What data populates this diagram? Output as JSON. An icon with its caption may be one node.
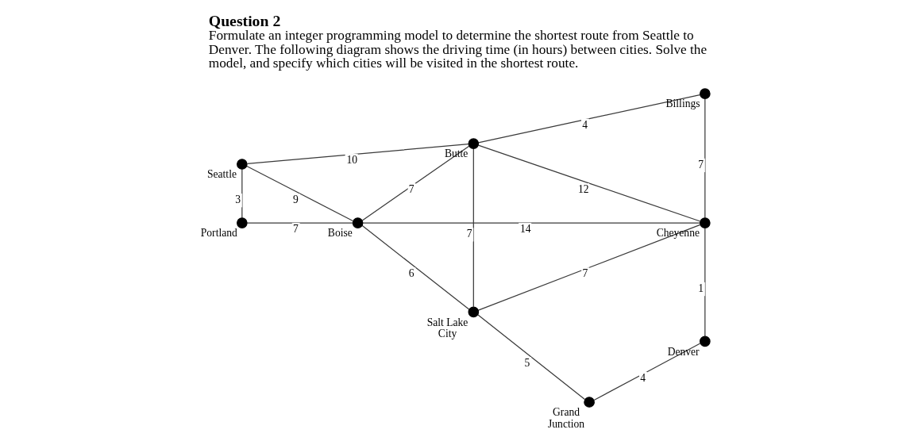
{
  "diagram": {
    "title": "Question 2",
    "caption": "Formulate an integer programming model to determine the shortest route from Seattle to Denver. The following diagram shows the driving time (in hours) between cities. Solve the model, and specify which cities will be visited in the shortest route.",
    "nodes": [
      {
        "text": [],
        "shape": "circle",
        "beside": [
          "Seattle"
        ]
      },
      {
        "text": [],
        "shape": "circle",
        "beside": [
          "Butte"
        ]
      },
      {
        "text": [],
        "shape": "circle",
        "beside": [
          "Billings"
        ]
      },
      {
        "text": [],
        "shape": "circle",
        "beside": [
          "Portland"
        ]
      },
      {
        "text": [],
        "shape": "circle",
        "beside": [
          "Boise"
        ]
      },
      {
        "text": [],
        "shape": "circle",
        "beside": [
          "Cheyenne"
        ]
      },
      {
        "text": [],
        "shape": "circle",
        "beside": [
          "Salt Lake City"
        ]
      },
      {
        "text": [],
        "shape": "circle",
        "beside": [
          "Grand Junction"
        ]
      },
      {
        "text": [],
        "shape": "circle",
        "beside": [
          "Denver"
        ]
      }
    ],
    "edges": [
      {
        "from": 0,
        "to": 3,
        "arrow": "none",
        "label": "3"
      },
      {
        "from": 0,
        "to": 1,
        "arrow": "none",
        "label": "10"
      },
      {
        "from": 0,
        "to": 4,
        "arrow": "none",
        "label": "9"
      },
      {
        "from": 1,
        "to": 6,
        "arrow": "none",
        "label": "7"
      },
      {
        "from": 1,
        "to": 5,
        "arrow": "none",
        "label": "12"
      },
      {
        "from": 1,
        "to": 2,
        "arrow": "none",
        "label": "4"
      },
      {
        "from": 2,
        "to": 5,
        "arrow": "none",
        "label": "7"
      },
      {
        "from": 3,
        "to": 4,
        "arrow": "none",
        "label": "7"
      },
      {
        "from": 4,
        "to": 1,
        "arrow": "none",
        "label": "7"
      },
      {
        "from": 4,
        "to": 6,
        "arrow": "none",
        "label": "6"
      },
      {
        "from": 4,
        "to": 5,
        "arrow": "none",
        "label": "14"
      },
      {
        "from": 5,
        "to": 8,
        "arrow": "none",
        "label": "1"
      },
      {
        "from": 6,
        "to": 5,
        "arrow": "none",
        "label": "7"
      },
      {
        "from": 6,
        "to": 7,
        "arrow": "none",
        "label": "5"
      },
      {
        "from": 7,
        "to": 8,
        "arrow": "none",
        "label": "4"
      }
    ]
  }
}
